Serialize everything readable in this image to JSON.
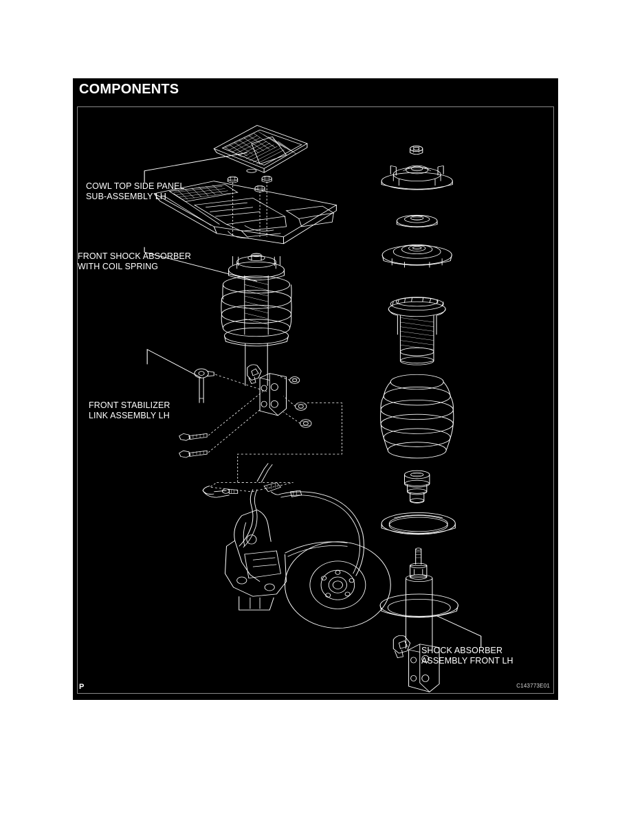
{
  "page": {
    "background_color": "#ffffff",
    "panel_color": "#000000",
    "line_color": "#ffffff",
    "border_color": "#8a8a8a"
  },
  "figure": {
    "title": "COMPONENTS",
    "page_mark": "P",
    "diagram_code": "C143773E01"
  },
  "callouts": [
    {
      "id": "cowl-top-side-panel",
      "line1": "COWL TOP SIDE PANEL",
      "line2": "SUB-ASSEMBLY LH"
    },
    {
      "id": "front-shock-absorber",
      "line1": "FRONT SHOCK ABSORBER",
      "line2": "WITH COIL SPRING"
    },
    {
      "id": "front-stabilizer-link",
      "line1": "FRONT STABILIZER",
      "line2": "LINK ASSEMBLY LH"
    },
    {
      "id": "shock-absorber-front",
      "line1": "SHOCK ABSORBER",
      "line2": "ASSEMBLY FRONT LH"
    }
  ],
  "parts_column": [
    {
      "name": "suspension-support-nut"
    },
    {
      "name": "front-suspension-support"
    },
    {
      "name": "suspension-support-dust-cover"
    },
    {
      "name": "spring-upper-seat-with-bearing"
    },
    {
      "name": "shock-absorber-dust-boot"
    },
    {
      "name": "front-coil-spring"
    },
    {
      "name": "shock-absorber-bump-stopper"
    },
    {
      "name": "spring-lower-insulator-seat"
    },
    {
      "name": "shock-absorber-assembly-front-lh"
    }
  ],
  "assembly_items": [
    {
      "name": "cowl-top-side-panel-sub-assembly-lh"
    },
    {
      "name": "suspension-support-mounting-nuts"
    },
    {
      "name": "front-suspension-apron-panel"
    },
    {
      "name": "front-shock-absorber-with-coil-spring"
    },
    {
      "name": "front-stabilizer-link-assembly-lh"
    },
    {
      "name": "strut-to-knuckle-bolts"
    },
    {
      "name": "strut-to-knuckle-nuts"
    },
    {
      "name": "steering-knuckle-with-brake-disc"
    },
    {
      "name": "brake-caliper-assembly"
    },
    {
      "name": "speed-sensor-wire-harness"
    }
  ]
}
